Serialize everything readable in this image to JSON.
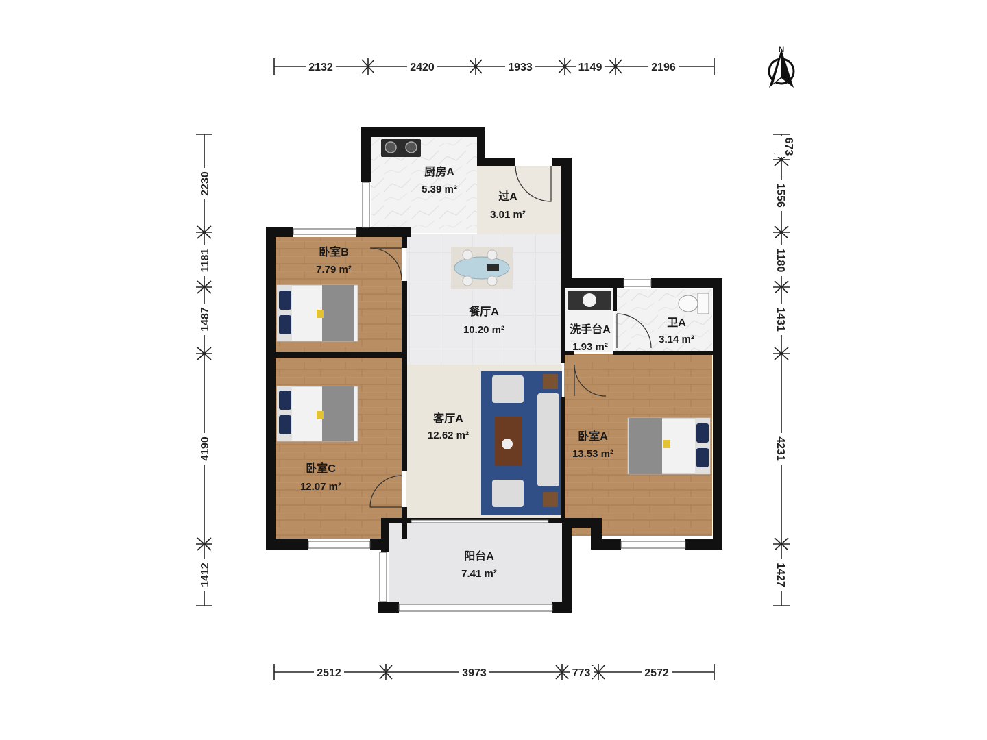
{
  "plan": {
    "north_label": "N",
    "rooms": [
      {
        "id": "kitchen",
        "name": "厨房A",
        "area": "5.39 m²"
      },
      {
        "id": "passage",
        "name": "过A",
        "area": "3.01 m²"
      },
      {
        "id": "bedroom-b",
        "name": "卧室B",
        "area": "7.79 m²"
      },
      {
        "id": "dining",
        "name": "餐厅A",
        "area": "10.20 m²"
      },
      {
        "id": "washbasin",
        "name": "洗手台A",
        "area": "1.93 m²"
      },
      {
        "id": "bathroom",
        "name": "卫A",
        "area": "3.14 m²"
      },
      {
        "id": "living",
        "name": "客厅A",
        "area": "12.62 m²"
      },
      {
        "id": "bedroom-a",
        "name": "卧室A",
        "area": "13.53 m²"
      },
      {
        "id": "bedroom-c",
        "name": "卧室C",
        "area": "12.07 m²"
      },
      {
        "id": "balcony",
        "name": "阳台A",
        "area": "7.41 m²"
      }
    ],
    "dimensions": {
      "top": [
        "2132",
        "2420",
        "1933",
        "1149",
        "2196"
      ],
      "bottom": [
        "2512",
        "3973",
        "773",
        "2572"
      ],
      "left": [
        "2230",
        "1181",
        "1487",
        "4190",
        "1412"
      ],
      "right": [
        "673",
        "1556",
        "1180",
        "1431",
        "4231",
        "1427"
      ]
    },
    "colors": {
      "wall": "#111111",
      "wood_floor": "#b98e63",
      "tile_floor": "#e9e9ea",
      "marble_floor": "#f1f1f1",
      "rug": "#2f4f86",
      "balcony_floor": "#e6e6e8"
    }
  }
}
